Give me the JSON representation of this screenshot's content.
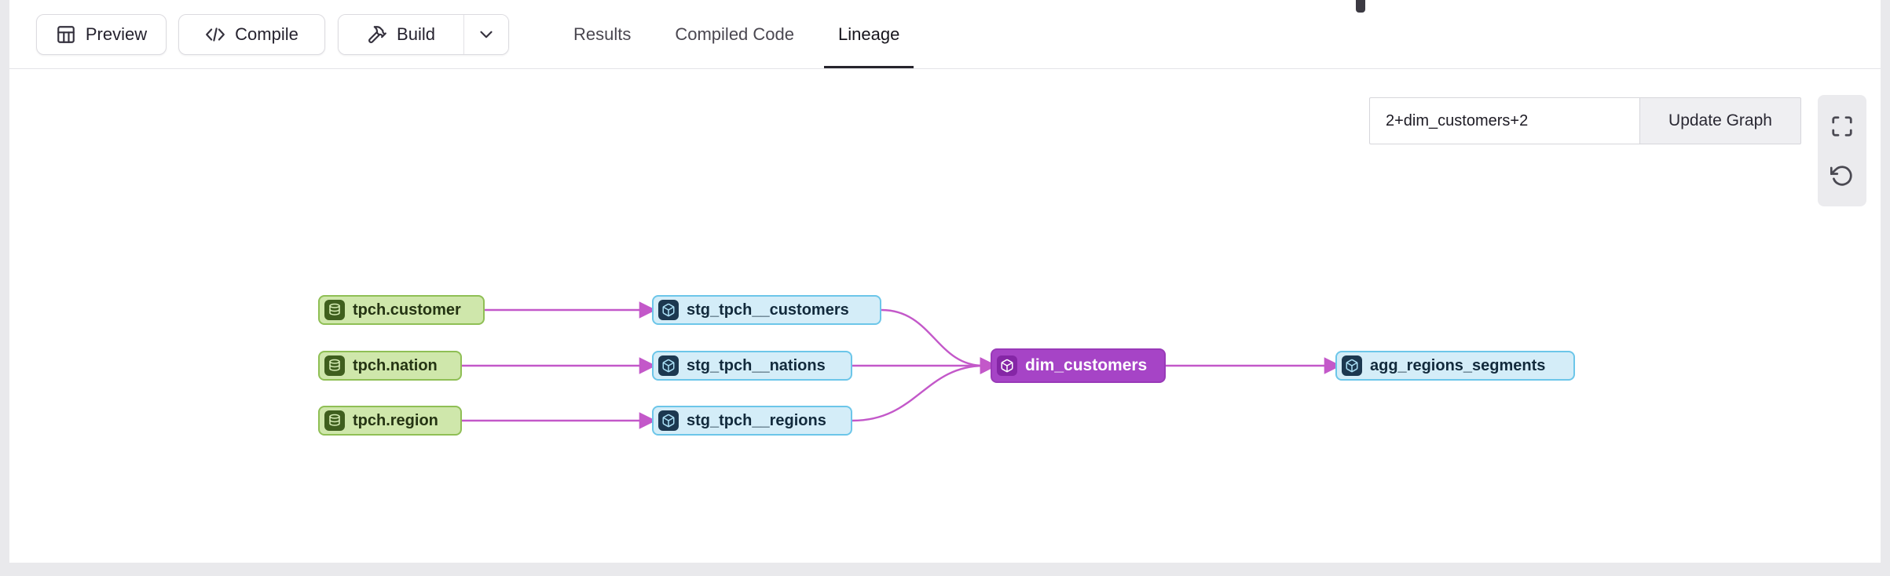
{
  "toolbar": {
    "preview": "Preview",
    "compile": "Compile",
    "build": "Build"
  },
  "tabs": {
    "results": "Results",
    "compiled_code": "Compiled Code",
    "lineage": "Lineage"
  },
  "lineage_controls": {
    "selector_value": "2+dim_customers+2",
    "update_button": "Update Graph"
  },
  "graph": {
    "nodes": [
      {
        "id": "tpch.customer",
        "label": "tpch.customer",
        "type": "source"
      },
      {
        "id": "tpch.nation",
        "label": "tpch.nation",
        "type": "source"
      },
      {
        "id": "tpch.region",
        "label": "tpch.region",
        "type": "source"
      },
      {
        "id": "stg_tpch__customers",
        "label": "stg_tpch__customers",
        "type": "model"
      },
      {
        "id": "stg_tpch__nations",
        "label": "stg_tpch__nations",
        "type": "model"
      },
      {
        "id": "stg_tpch__regions",
        "label": "stg_tpch__regions",
        "type": "model"
      },
      {
        "id": "dim_customers",
        "label": "dim_customers",
        "type": "model-selected"
      },
      {
        "id": "agg_regions_segments",
        "label": "agg_regions_segments",
        "type": "model"
      }
    ],
    "edges": [
      {
        "from": "tpch.customer",
        "to": "stg_tpch__customers"
      },
      {
        "from": "tpch.nation",
        "to": "stg_tpch__nations"
      },
      {
        "from": "tpch.region",
        "to": "stg_tpch__regions"
      },
      {
        "from": "stg_tpch__customers",
        "to": "dim_customers"
      },
      {
        "from": "stg_tpch__nations",
        "to": "dim_customers"
      },
      {
        "from": "stg_tpch__regions",
        "to": "dim_customers"
      },
      {
        "from": "dim_customers",
        "to": "agg_regions_segments"
      }
    ]
  },
  "colors": {
    "edge": "#c358c9",
    "source_fill": "#cfe7ab",
    "source_border": "#8fbf55",
    "model_fill": "#d4edf8",
    "model_border": "#6cc6e9",
    "selected_fill": "#a644c6",
    "tab_underline": "#26242c"
  }
}
